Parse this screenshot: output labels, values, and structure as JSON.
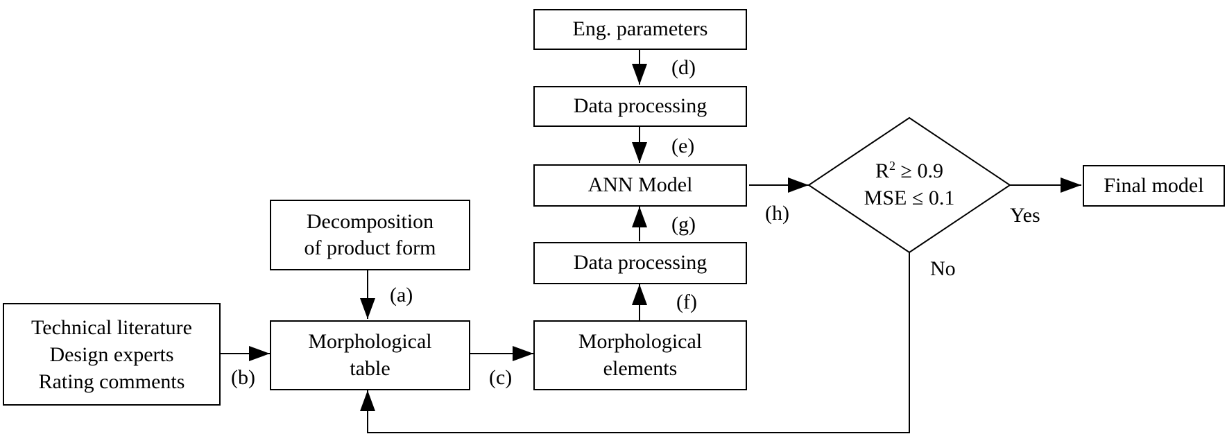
{
  "nodes": {
    "eng_parameters": "Eng. parameters",
    "data_processing_top": "Data processing",
    "ann_model": "ANN Model",
    "data_processing_bottom": "Data processing",
    "morphological_elements": [
      "Morphological",
      "elements"
    ],
    "decomposition": [
      "Decomposition",
      "of product form"
    ],
    "morphological_table": [
      "Morphological",
      "table"
    ],
    "inputs": [
      "Technical literature",
      "Design experts",
      "Rating comments"
    ],
    "final_model": "Final model",
    "decision": {
      "line1_base": "R",
      "line1_sup": "2",
      "line1_rest": " ≥ 0.9",
      "line2": "MSE ≤  0.1"
    }
  },
  "edge_labels": {
    "a": "(a)",
    "b": "(b)",
    "c": "(c)",
    "d": "(d)",
    "e": "(e)",
    "f": "(f)",
    "g": "(g)",
    "h": "(h)",
    "yes": "Yes",
    "no": "No"
  },
  "colors": {
    "stroke": "#000000",
    "background": "#ffffff"
  }
}
